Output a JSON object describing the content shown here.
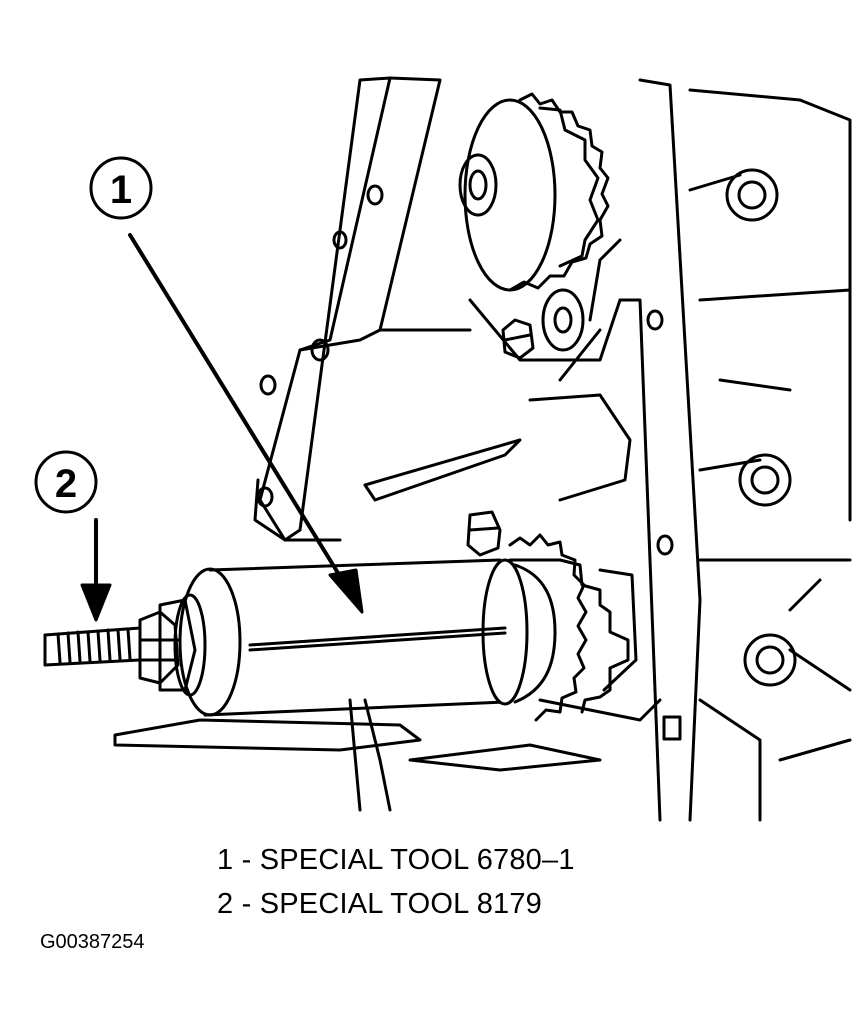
{
  "callouts": [
    {
      "number": "1"
    },
    {
      "number": "2"
    }
  ],
  "legend": [
    {
      "number": "1",
      "separator": " - ",
      "text": "SPECIAL TOOL 6780–1"
    },
    {
      "number": "2",
      "separator": " - ",
      "text": "SPECIAL TOOL 8179"
    }
  ],
  "figure_id": "G00387254",
  "colors": {
    "ink": "#000000",
    "paper": "#ffffff"
  }
}
